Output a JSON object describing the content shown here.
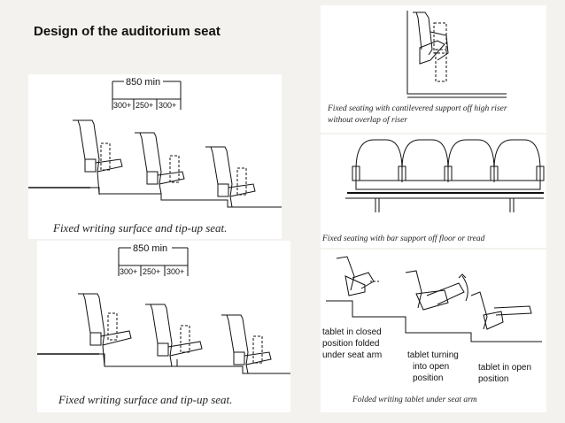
{
  "slide": {
    "title": "Design of the auditorium seat"
  },
  "figures": {
    "top_left": {
      "dimension_main": "850 min",
      "dimension_parts": [
        "300+",
        "250+",
        "300+"
      ],
      "caption": "Fixed writing surface and tip-up seat."
    },
    "bottom_left": {
      "dimension_main": "850 min",
      "dimension_parts": [
        "300+",
        "250+",
        "300+"
      ],
      "caption": "Fixed writing surface and tip-up seat."
    },
    "top_right": {
      "caption_line1": "Fixed seating with cantilevered support off high riser",
      "caption_line2": "without overlap of riser"
    },
    "middle_right": {
      "caption": "Fixed seating with bar support off floor or tread"
    },
    "bottom_right": {
      "label_closed_line1": "tablet in closed",
      "label_closed_line2": "position folded",
      "label_closed_line3": "under seat arm",
      "label_turning_line1": "tablet turning",
      "label_turning_line2": "into open",
      "label_turning_line3": "position",
      "label_open_line1": "tablet in open",
      "label_open_line2": "position",
      "caption": "Folded writing tablet under seat arm"
    }
  }
}
